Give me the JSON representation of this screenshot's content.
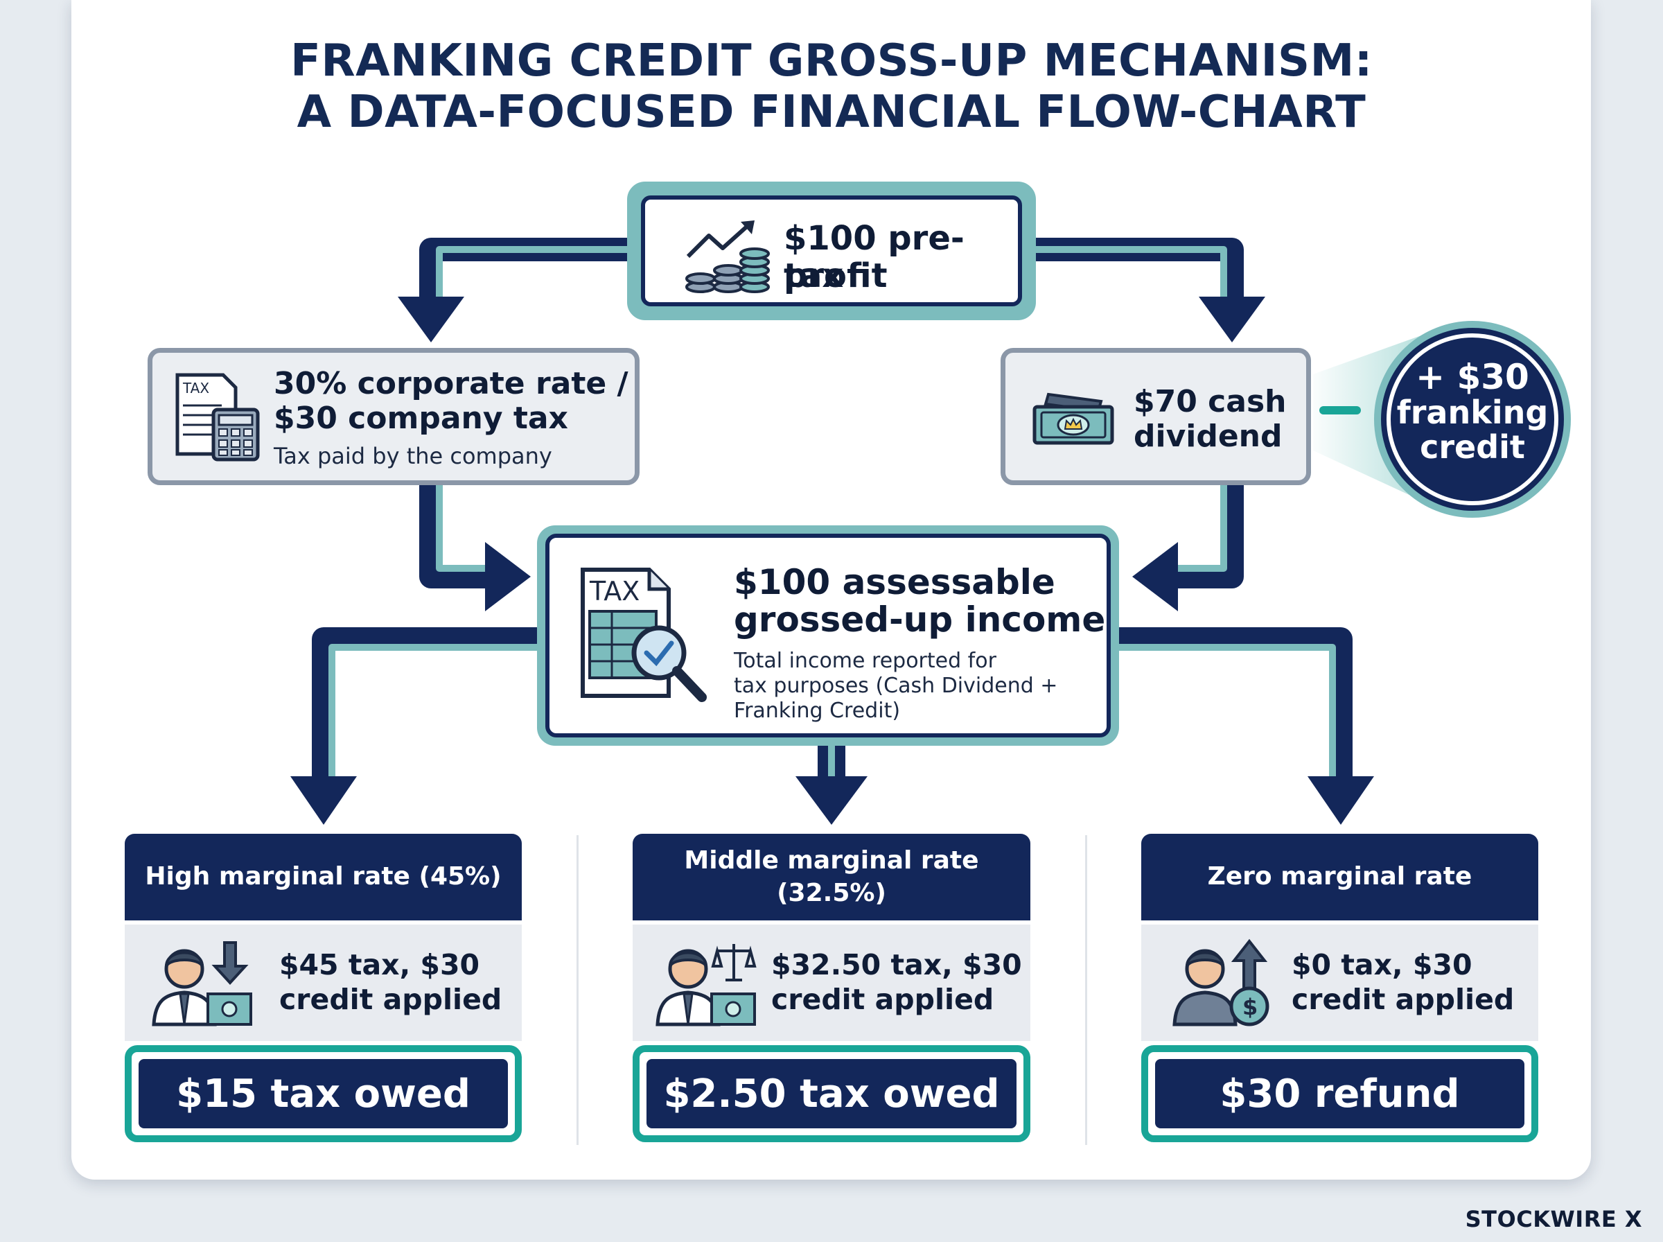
{
  "title": {
    "line1": "FRANKING CREDIT GROSS-UP MECHANISM:",
    "line2": "A DATA-FOCUSED FINANCIAL FLOW-CHART"
  },
  "profit": {
    "line1": "$100 pre-tax",
    "line2": "profit",
    "icon": "growth-coins-icon"
  },
  "company_tax": {
    "line1": "30% corporate rate /",
    "line2": "$30 company tax",
    "caption": "Tax paid by the company",
    "icon": "tax-calculator-icon"
  },
  "dividend": {
    "line1": "$70 cash",
    "line2": "dividend",
    "icon": "banknote-icon"
  },
  "franking_credit": {
    "line1": "+ $30",
    "line2": "franking",
    "line3": "credit"
  },
  "grossed_up": {
    "line1": "$100 assessable",
    "line2": "grossed-up income",
    "desc1": "Total income reported for",
    "desc2": "tax purposes (Cash Dividend +",
    "desc3": "Franking Credit)",
    "icon": "tax-document-magnifier-icon"
  },
  "scenarios": [
    {
      "heading": "High marginal rate (45%)",
      "line1": "$45 tax, $30",
      "line2": "credit applied",
      "result": "$15 tax owed",
      "icon": "person-down-arrow-icon"
    },
    {
      "heading": "Middle marginal rate (32.5%)",
      "line1": "$32.50 tax, $30",
      "line2": "credit applied",
      "result": "$2.50 tax owed",
      "icon": "person-scales-icon"
    },
    {
      "heading": "Zero marginal rate",
      "line1": "$0 tax, $30",
      "line2": "credit applied",
      "result": "$30 refund",
      "icon": "person-up-arrow-icon"
    }
  ],
  "brand": "STOCKWIRE X",
  "colors": {
    "navy": "#13275a",
    "teal": "#7cbcbd",
    "accent": "#19a597",
    "grey_border": "#8b97a8"
  }
}
